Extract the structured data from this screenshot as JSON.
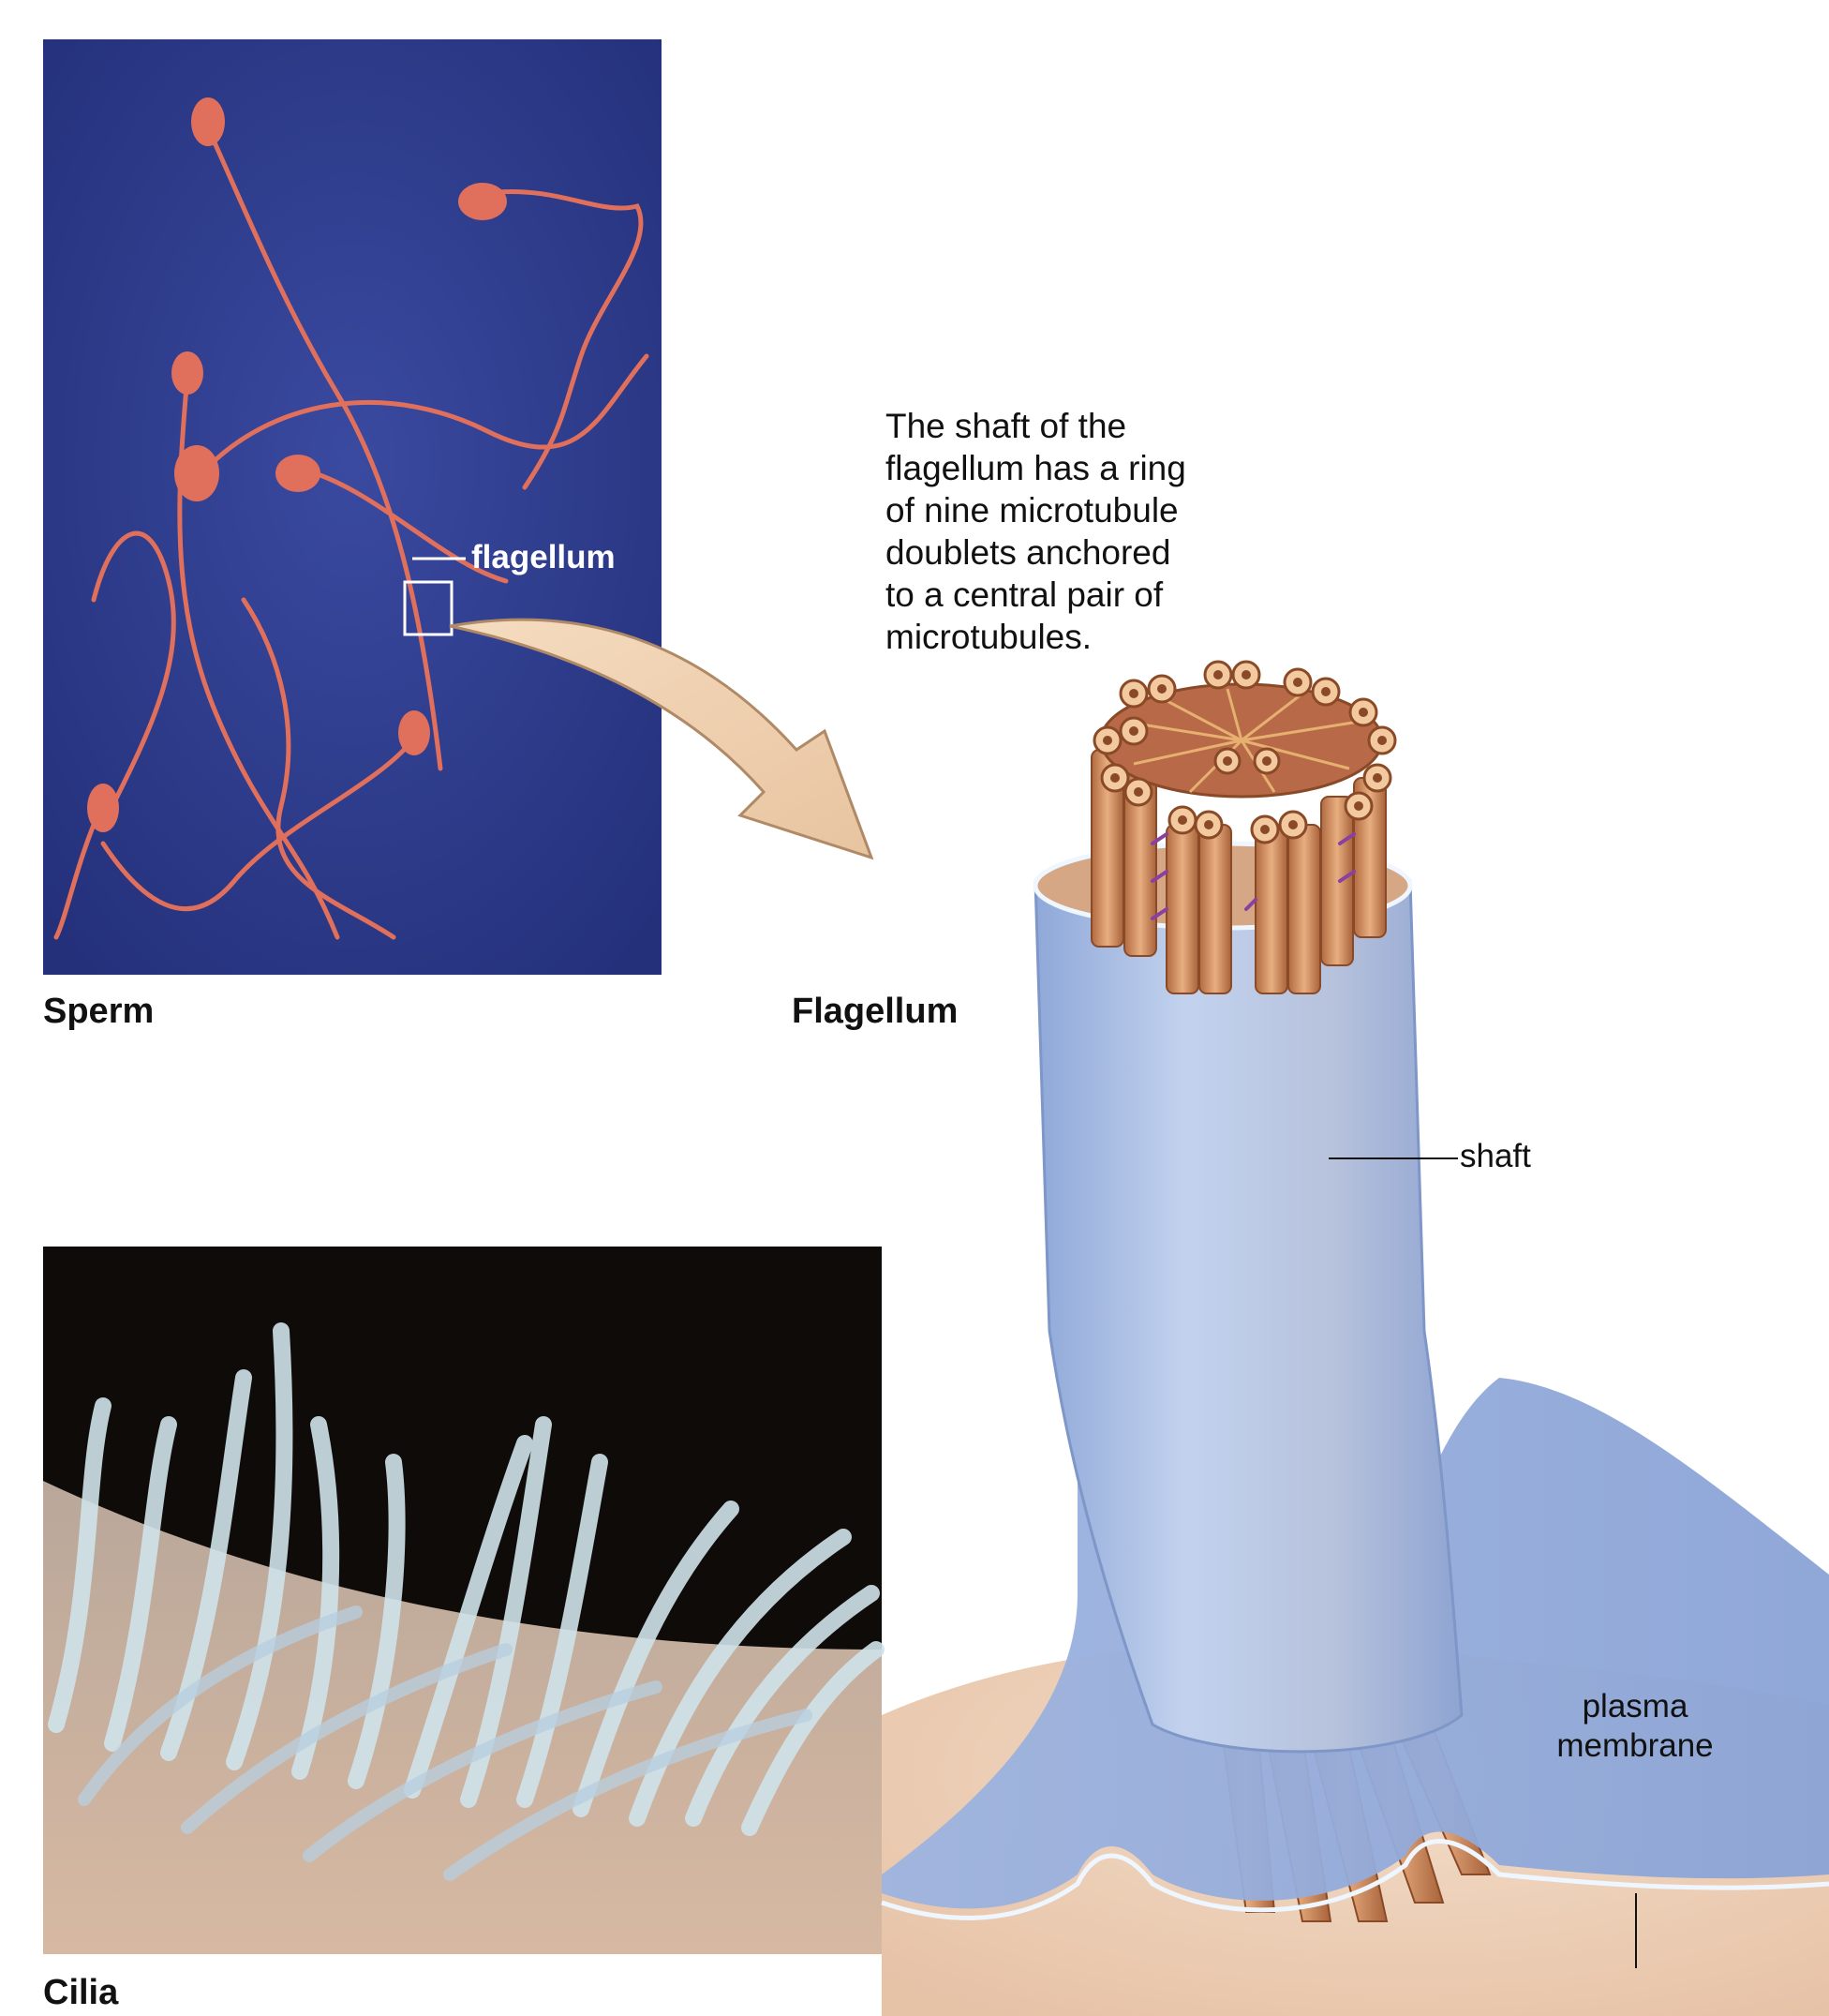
{
  "panels": {
    "sperm": {
      "caption": "Sperm",
      "flagellum_label": "flagellum"
    },
    "flagellum": {
      "caption": "Flagellum",
      "description_lines": [
        "The shaft of the",
        "flagellum has a ring",
        "of nine microtubule",
        "doublets anchored",
        "to a central pair of",
        "microtubules."
      ],
      "shaft_label": "shaft",
      "membrane_label_lines": [
        "plasma",
        "membrane"
      ]
    },
    "cilia": {
      "caption": "Cilia"
    }
  },
  "colors": {
    "sperm_photo_background": "#2b3a86",
    "sperm_cells": "#e0705c",
    "cilia_photo_background": "#0e0b08",
    "cilia_strands": "#cfe3ea",
    "membrane_blue": "#a9bfe2",
    "microtubule": "#d99a6c",
    "arrow_fill": "#f1d3b3"
  }
}
